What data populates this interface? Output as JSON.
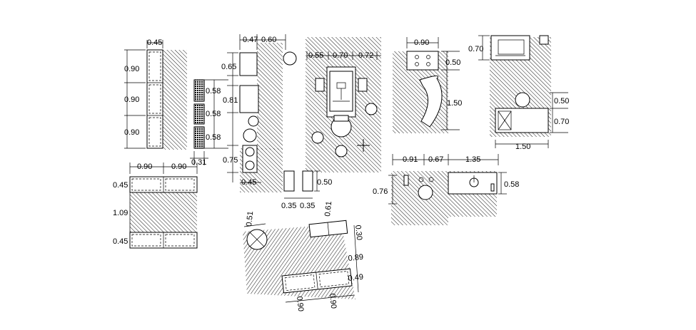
{
  "hatch_color": "#000000",
  "background": "#ffffff",
  "labels": {
    "d045_top": "0.45",
    "d090_a": "0.90",
    "d090_b": "0.90",
    "d090_c": "0.90",
    "d058_a": "0.58",
    "d058_b": "0.58",
    "d058_c": "0.58",
    "d031": "0.31",
    "d047": "0.47",
    "d060_top": "0.60",
    "d065": "0.65",
    "d081": "0.81",
    "d075": "0.75",
    "d045_bot": "0.45",
    "d055": "0.55",
    "d070_mid": "0.70",
    "d072": "0.72",
    "d035_a": "0.35",
    "d035_b": "0.35",
    "d050_bath": "0.50",
    "d090_kit": "0.90",
    "d050_kit": "0.50",
    "d150_kit": "1.50",
    "d070_bed": "0.70",
    "d050_bed": "0.50",
    "d070_bed2": "0.70",
    "d150_bed": "1.50",
    "d091": "0.91",
    "d067": "0.67",
    "d135": "1.35",
    "d076": "0.76",
    "d058_desk": "0.58",
    "d090_t1": "0.90",
    "d090_t2": "0.90",
    "d045_t1": "0.45",
    "d109": "1.09",
    "d045_t2": "0.45",
    "r051": "0.51",
    "r061": "0.61",
    "r030": "0.30",
    "r089": "0.89",
    "r049": "0.49",
    "r090_a": "0.90",
    "r090_b": "0.90"
  }
}
